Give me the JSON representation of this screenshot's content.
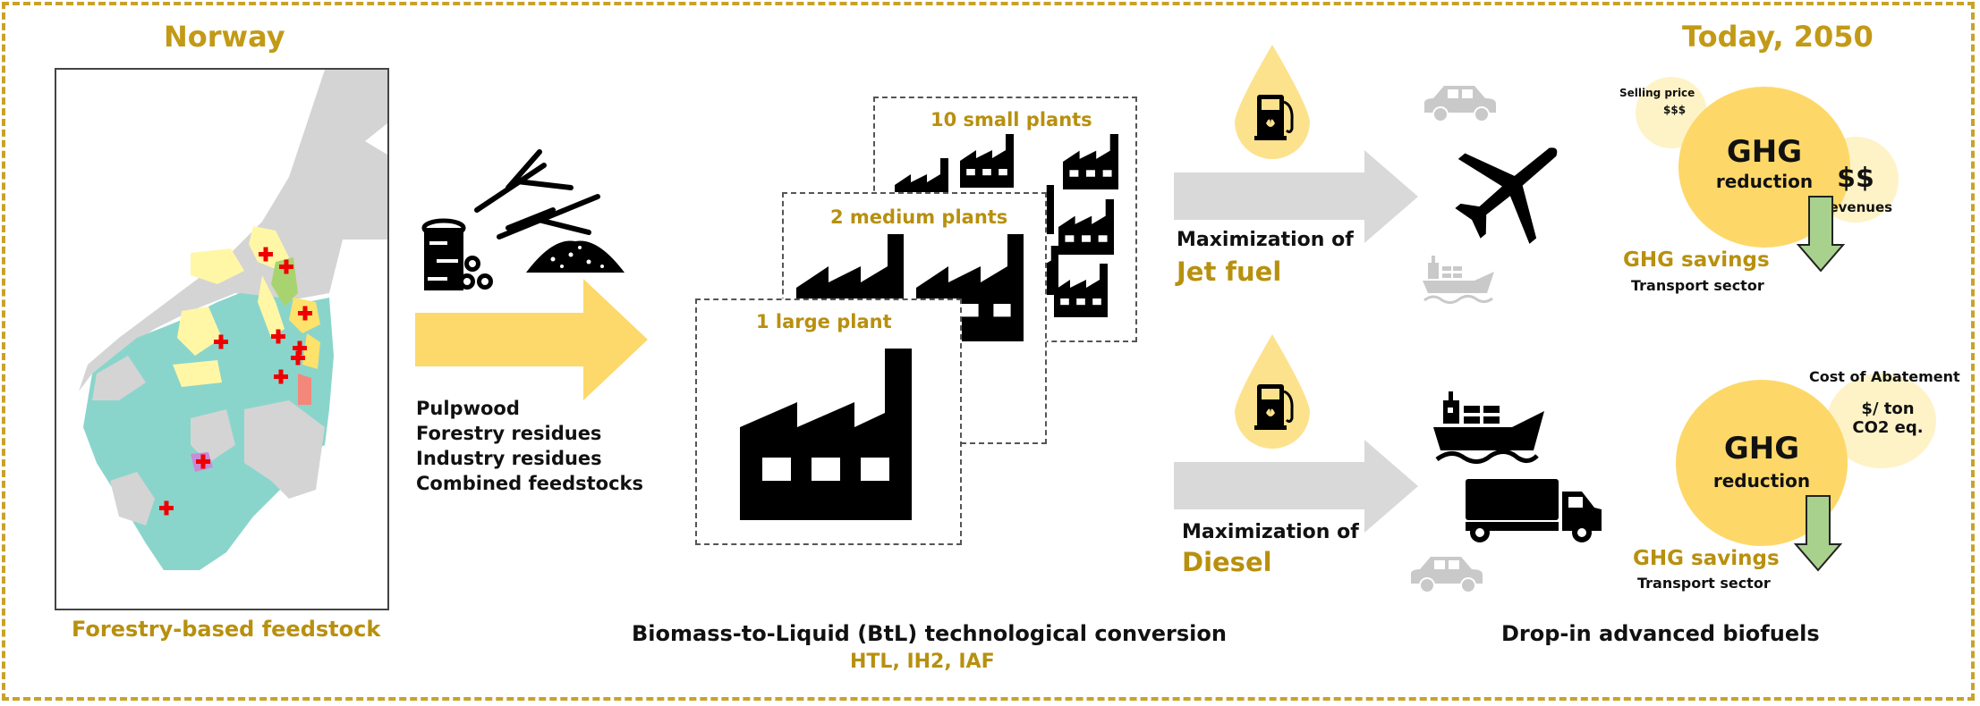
{
  "colors": {
    "accent_gold": "#c29a16",
    "arrow_yellow": "#fdd86a",
    "arrow_gray": "#d9d9d9",
    "circle_main": "#fdd869",
    "circle_light": "#fef3c7",
    "green_arrow": "#a9d18e",
    "map_teal": "#8ad5cb",
    "map_gray": "#d4d4d4",
    "map_yellow": "#fff7a6",
    "marker_red": "#ee0000"
  },
  "feedstock": {
    "region_title": "Norway",
    "map_caption": "Forestry-based feedstock",
    "types": [
      "Pulpwood",
      "Forestry residues",
      "Industry residues",
      "Combined feedstocks"
    ],
    "icons": [
      "logs-icon",
      "branches-icon",
      "wood-chips-pile-icon"
    ]
  },
  "conversion": {
    "scenarios": [
      {
        "label": "10 small plants",
        "count": 10
      },
      {
        "label": "2 medium plants",
        "count": 2
      },
      {
        "label": "1 large plant",
        "count": 1
      }
    ],
    "caption": "Biomass-to-Liquid (BtL) technological conversion",
    "technologies": "HTL, IH2, IAF"
  },
  "pathways": [
    {
      "prefix": "Maximization of",
      "fuel": "Jet fuel",
      "primary_transport": [
        "airplane-icon"
      ],
      "secondary_transport": [
        "car-icon",
        "ship-icon"
      ]
    },
    {
      "prefix": "Maximization of",
      "fuel": "Diesel",
      "primary_transport": [
        "ship-icon",
        "truck-icon"
      ],
      "secondary_transport": [
        "car-icon"
      ]
    }
  ],
  "outcomes": {
    "horizon_title": "Today, 2050",
    "caption": "Drop-in advanced biofuels",
    "jet": {
      "main_line1": "GHG",
      "main_line2": "reduction",
      "side_small_label": "Selling price",
      "side_small_value": "$$$",
      "side_value": "$$",
      "side_label": "Revenues",
      "savings": "GHG savings",
      "sector": "Transport sector"
    },
    "diesel": {
      "main_line1": "GHG",
      "main_line2": "reduction",
      "side_title": "Cost of Abatement",
      "side_line1": "$/ ton",
      "side_line2": "CO2 eq.",
      "savings": "GHG savings",
      "sector": "Transport sector"
    }
  }
}
